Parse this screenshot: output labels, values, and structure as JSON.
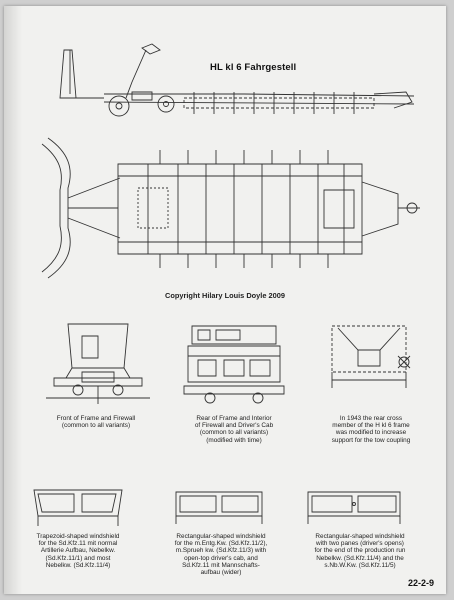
{
  "title": "HL kl 6 Fahrgestell",
  "copyright": "Copyright Hilary Louis Doyle 2009",
  "captions": {
    "front_frame": [
      "Front of Frame and Firewall",
      "(common to all variants)"
    ],
    "rear_frame": [
      "Rear of Frame and Interior",
      "of Firewall and Driver's Cab",
      "(common to all variants)",
      "(modified with time)"
    ],
    "rear_cross": [
      "In 1943 the rear cross",
      "member of the H kl 6 frame",
      "was modified to increase",
      "support for the tow coupling"
    ],
    "windshield_trapezoid": [
      "Trapezoid-shaped windshield",
      "for the Sd.Kfz.11 mit normal",
      "Artillerie Aufbau, Nebelkw.",
      "(Sd.Kfz.11/1) and most",
      "Nebelkw. (Sd.Kfz.11/4)"
    ],
    "windshield_rect_open": [
      "Rectangular-shaped windshield",
      "for the m.Entg.Kw. (Sd.Kfz.11/2),",
      "m.Sprueh kw. (Sd.Kfz.11/3) with",
      "open-top driver's cab, and",
      "Sd.Kfz.11 mit Mannschafts-",
      "aufbau (wider)"
    ],
    "windshield_rect_two": [
      "Rectangular-shaped windshield",
      "with two panes (driver's opens)",
      "for the end of the production run",
      "Nebelkw. (Sd.Kfz.11/4) and the",
      "s.Nb.W.Kw. (Sd.Kfz.11/5)"
    ]
  },
  "page_number": "22-2-9"
}
